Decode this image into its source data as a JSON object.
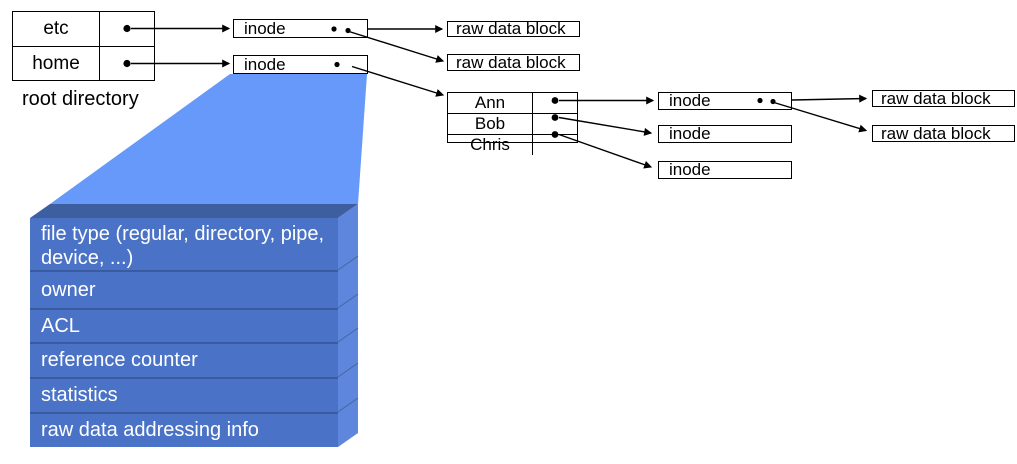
{
  "root_directory": {
    "caption": "root directory",
    "entries": [
      {
        "name": "etc"
      },
      {
        "name": "home"
      }
    ]
  },
  "home_directory": {
    "entries": [
      {
        "name": "Ann"
      },
      {
        "name": "Bob"
      },
      {
        "name": "Chris"
      }
    ]
  },
  "labels": {
    "inode": "inode",
    "raw_data_block": "raw data block"
  },
  "inode_fields": [
    "file type (regular, directory, pipe, device, ...)",
    "owner",
    "ACL",
    "reference counter",
    "statistics",
    "raw data addressing info"
  ],
  "colors": {
    "funnel": "#6699fa",
    "stack_front": "#4a72c6",
    "stack_side": "#5e86dd",
    "stack_top": "#3d5e9f",
    "stack_separator": "#3a5c9f",
    "stack_text": "#ffffff",
    "line": "#000000",
    "box_background": "#ffffff"
  }
}
